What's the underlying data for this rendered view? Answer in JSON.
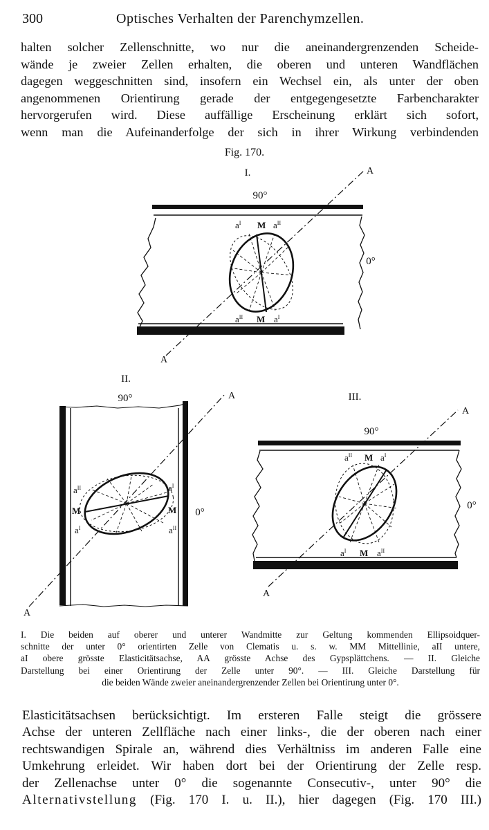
{
  "header": {
    "page_number": "300",
    "running_head": "Optisches Verhalten der Parenchymzellen."
  },
  "para_top": [
    "halten solcher Zellenschnitte, wo nur die aneinandergrenzenden Scheide-",
    "wände je zweier Zellen erhalten, die oberen und unteren Wandflächen",
    "dagegen weggeschnitten sind, insofern ein Wechsel ein, als unter der oben",
    "angenommenen Orientirung gerade der entgegengesetzte Farbencharakter",
    "hervorgerufen wird. Diese auffällige Erscheinung erklärt sich sofort,",
    "wenn man die Aufeinanderfolge der sich in ihrer Wirkung verbindenden"
  ],
  "figure": {
    "title": "Fig. 170.",
    "panel_I": {
      "label": "I.",
      "angle_top": "90°",
      "angle_side": "0°",
      "axis_label": "A",
      "axis_mark": "A",
      "mid": "M",
      "a1": "a",
      "a1_sup": "I",
      "a2": "a",
      "a2_sup": "II"
    },
    "panel_II": {
      "label": "II.",
      "angle_top": "90°",
      "angle_side": "0°",
      "axis_label": "A",
      "mid": "M",
      "a1": "a",
      "a1_sup": "I",
      "a2": "a",
      "a2_sup": "II"
    },
    "panel_III": {
      "label": "III.",
      "angle_top": "90°",
      "angle_side": "0°",
      "axis_label": "A",
      "mid": "M",
      "a1": "a",
      "a1_sup": "I",
      "a2": "a",
      "a2_sup": "II"
    }
  },
  "caption": [
    "I. Die beiden auf oberer und unterer Wandmitte zur Geltung kommenden Ellipsoidquer-",
    "schnitte der unter 0° orientirten Zelle von Clematis u. s. w. MM Mittellinie, aII untere,",
    "aI obere grösste Elasticitätsachse, AA grösste Achse des Gypsplättchens. — II. Gleiche",
    "Darstellung bei einer Orientirung der Zelle unter 90°. — III. Gleiche Darstellung für",
    "die beiden Wände zweier aneinandergrenzender Zellen bei Orientirung unter 0°."
  ],
  "para_bottom": {
    "lines": [
      "Elasticitätsachsen berücksichtigt. Im ersteren Falle steigt die grössere",
      "Achse der unteren Zellfläche nach einer links-, die der oberen nach einer",
      "rechtswandigen Spirale an, während dies Verhältniss im anderen Falle eine",
      "Umkehrung erleidet. Wir haben dort bei der Orientirung der Zelle resp.",
      "der Zellenachse unter 0° die sogenannte Consecutiv-, unter 90° die"
    ],
    "last_line": {
      "spaced1": "Alternativstellung",
      "text1": " (Fig. 170 I. u. II.), hier dagegen (Fig. 170 III.)"
    }
  }
}
